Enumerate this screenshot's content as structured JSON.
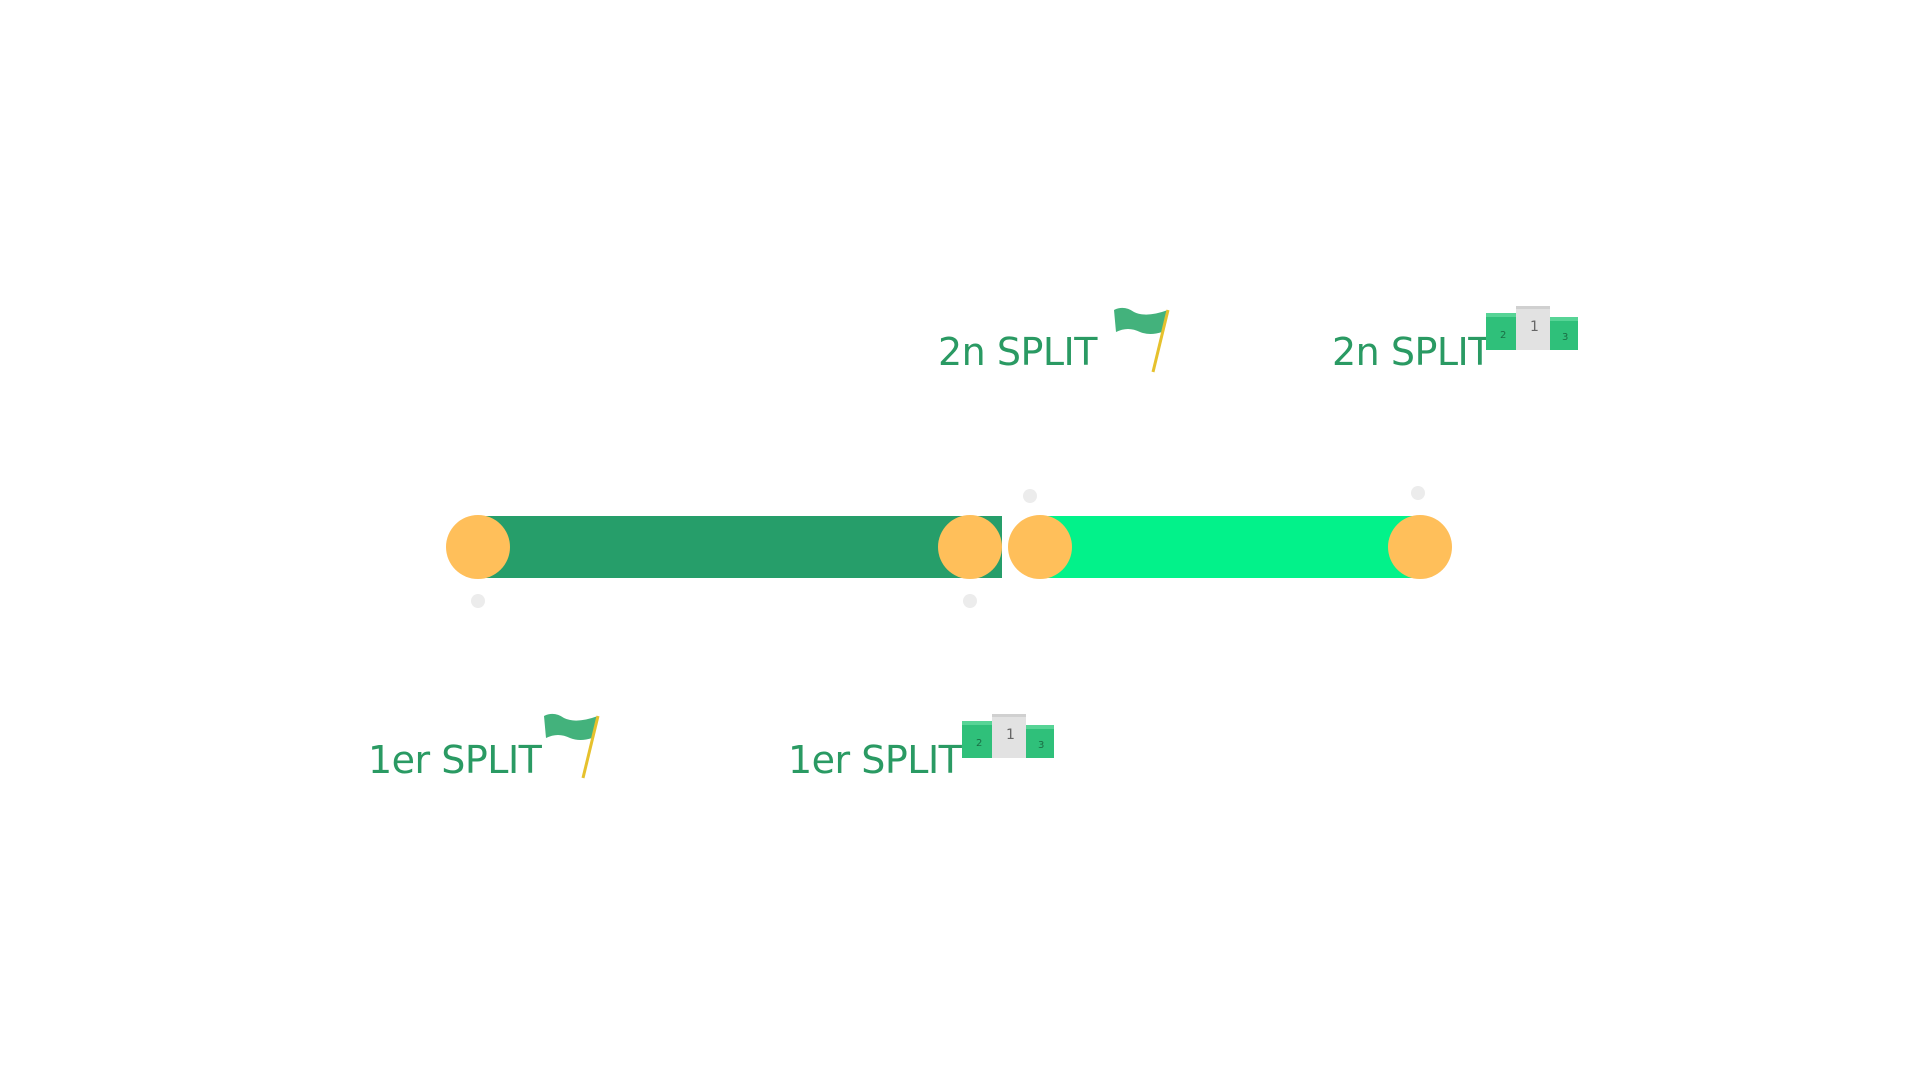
{
  "colors": {
    "split1": "#269e6a",
    "split2": "#02f28a",
    "endpoint": "#ffbf5a",
    "label": "#2a9a63",
    "flag": "#43b27c",
    "flagpole": "#e6c12d",
    "podium_side": "#2fc07a",
    "podium_center": "#e2e2e2"
  },
  "timeline": {
    "split1": {
      "label_start": "1er SPLIT",
      "label_end": "1er SPLIT",
      "icon_start": "flag-icon",
      "icon_end": "podium-icon"
    },
    "split2": {
      "label_start": "2n SPLIT",
      "label_end": "2n SPLIT",
      "icon_start": "flag-icon",
      "icon_end": "podium-icon"
    }
  },
  "podium": {
    "first": "1",
    "second": "2",
    "third": "3"
  }
}
